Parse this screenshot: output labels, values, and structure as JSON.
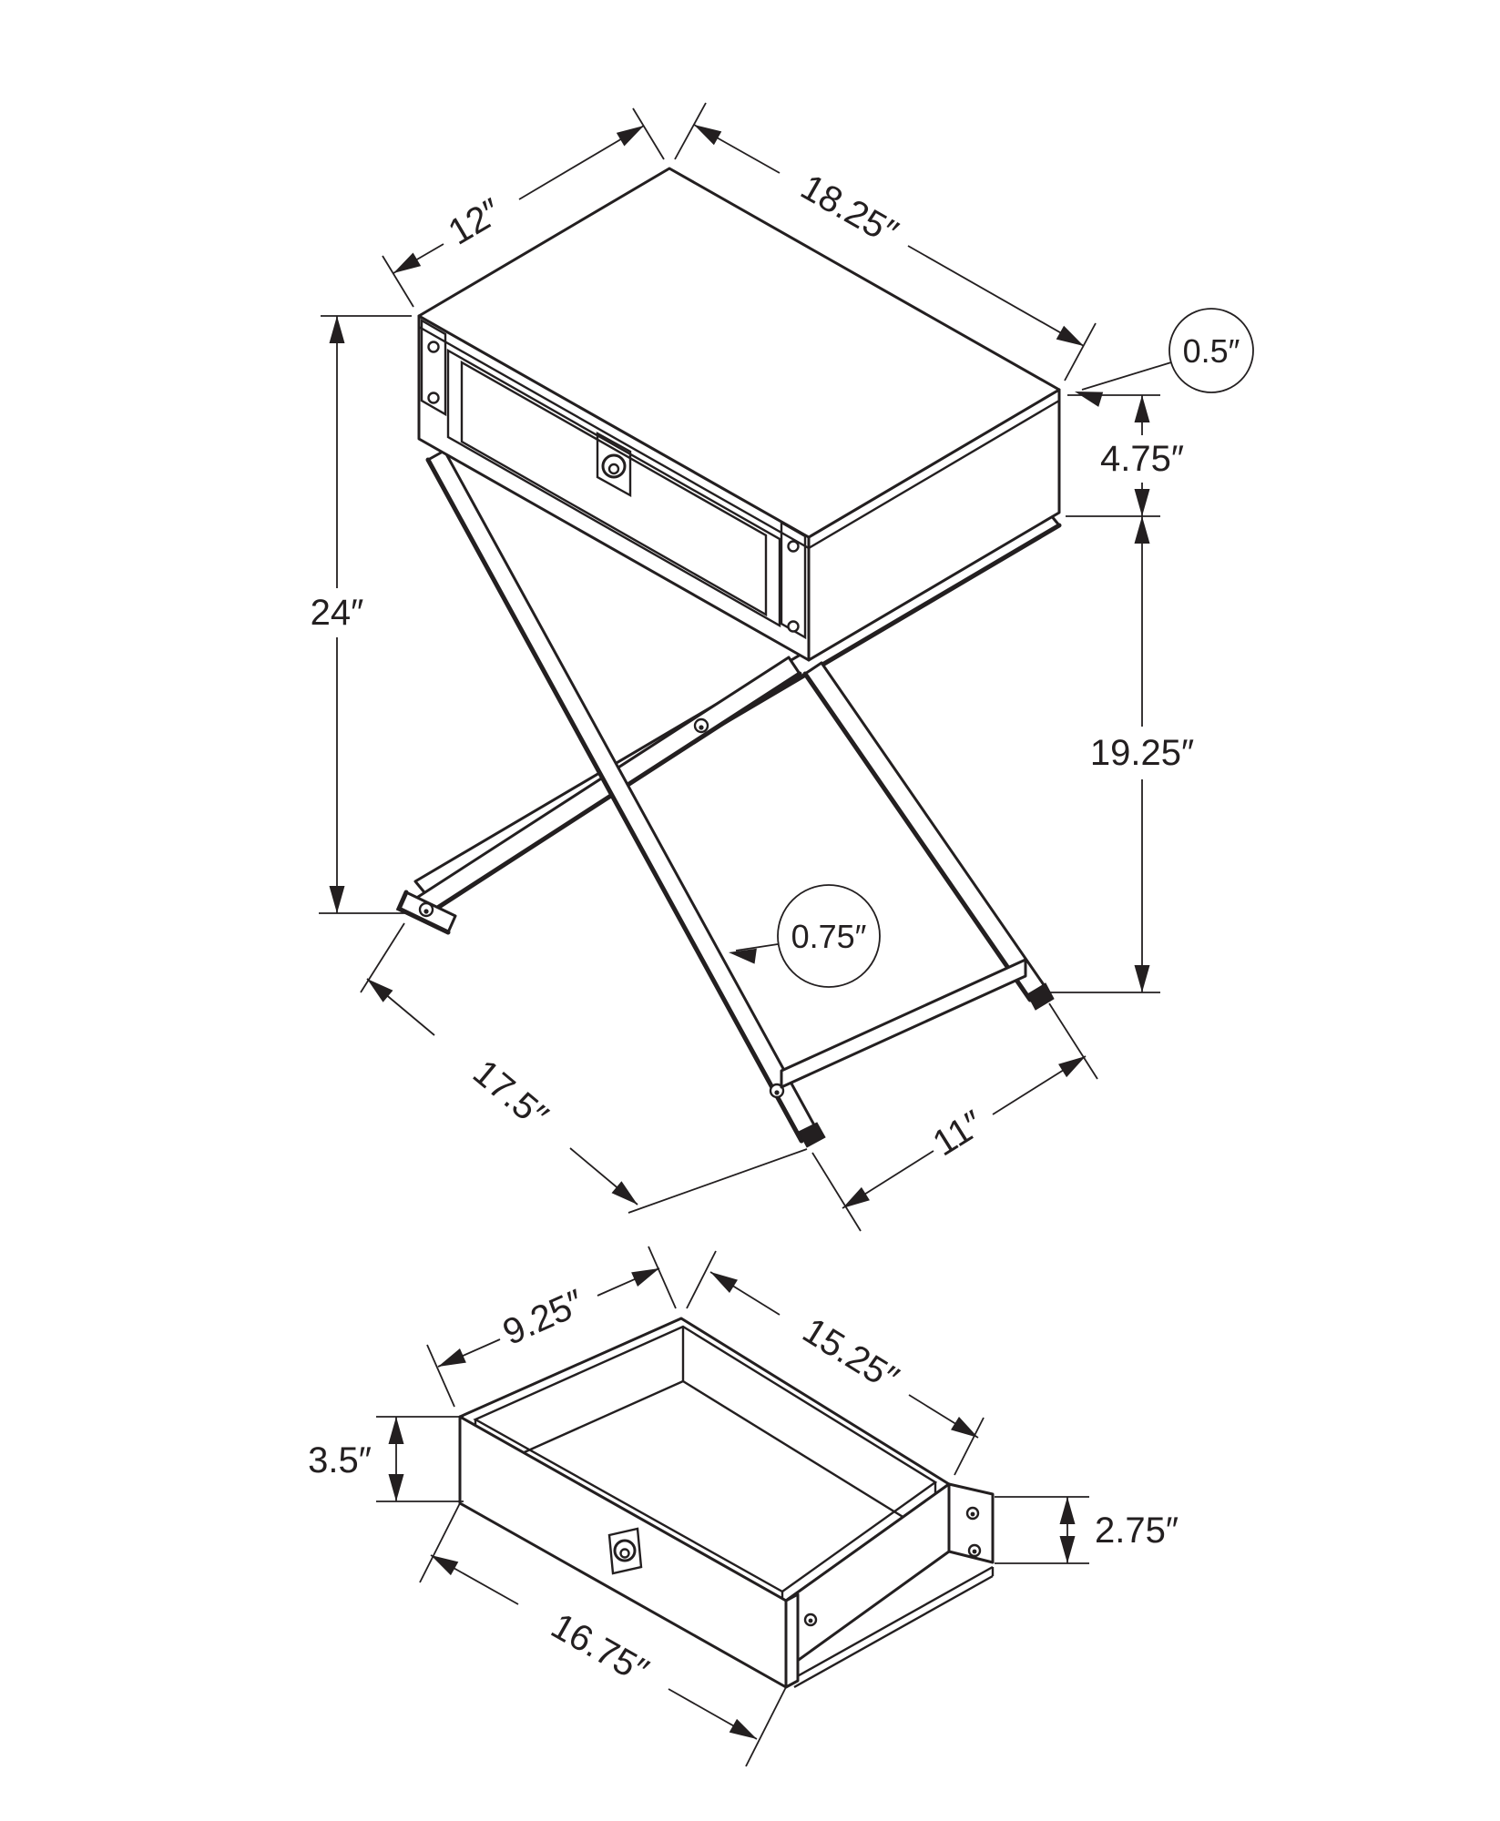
{
  "drawing": {
    "background": "#ffffff",
    "line_color": "#231f20",
    "table_diagram": {
      "description": "x-frame-accent-table-isometric-view",
      "dimensions": {
        "top_depth": "12″",
        "top_width": "18.25″",
        "top_thickness": "0.5″",
        "apron_height": "4.75″",
        "overall_height": "24″",
        "base_height": "19.25″",
        "frame_thickness": "0.75″",
        "base_depth": "17.5″",
        "base_width": "11″"
      }
    },
    "drawer_diagram": {
      "description": "drawer-isometric-detail-view",
      "dimensions": {
        "inner_depth": "9.25″",
        "inner_width": "15.25″",
        "front_height": "3.5″",
        "side_height": "2.75″",
        "front_width": "16.75″"
      }
    }
  }
}
